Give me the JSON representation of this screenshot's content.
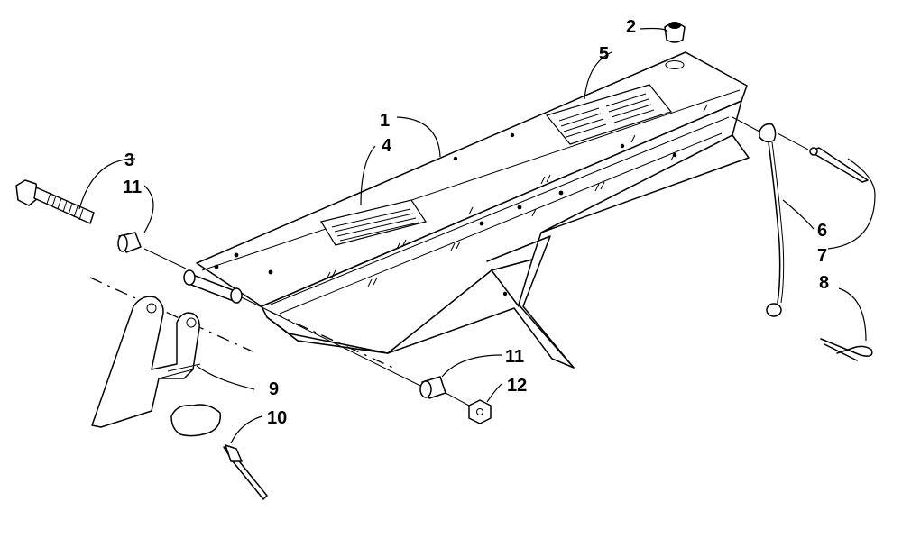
{
  "callouts": {
    "c1": "1",
    "c2": "2",
    "c3": "3",
    "c4": "4",
    "c5": "5",
    "c6": "6",
    "c7": "7",
    "c8": "8",
    "c9": "9",
    "c10": "10",
    "c11a": "11",
    "c11b": "11",
    "c12": "12"
  }
}
